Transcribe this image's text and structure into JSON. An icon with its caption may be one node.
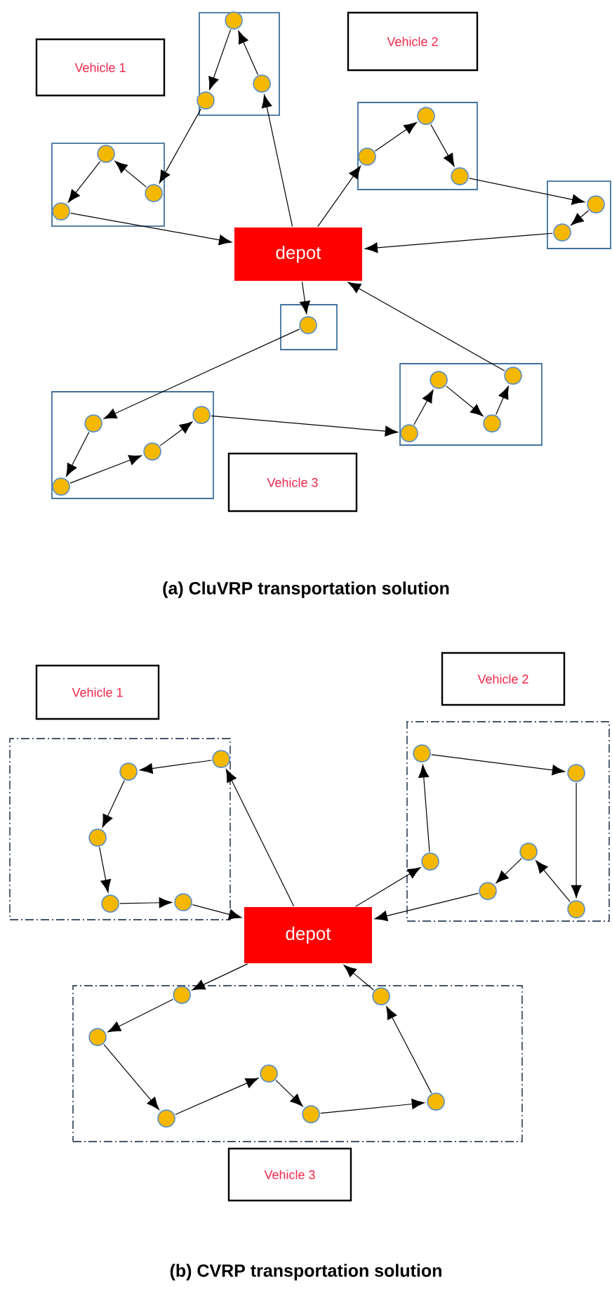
{
  "diagram": {
    "nodes": [
      {
        "text": [
          "Vehicle 1"
        ]
      },
      {
        "text": [],
        "shape": "box"
      },
      {
        "text": [],
        "shape": "circle",
        "in": 1
      },
      {
        "text": [],
        "shape": "circle",
        "in": 1
      },
      {
        "text": [],
        "shape": "circle",
        "in": 1
      },
      {
        "text": [
          "Vehicle 2"
        ]
      },
      {
        "text": [],
        "shape": "box"
      },
      {
        "text": [],
        "shape": "circle",
        "in": 6
      },
      {
        "text": [],
        "shape": "circle",
        "in": 6
      },
      {
        "text": [],
        "shape": "circle",
        "in": 6
      },
      {
        "text": [],
        "shape": "box"
      },
      {
        "text": [],
        "shape": "circle",
        "in": 10
      },
      {
        "text": [],
        "shape": "circle",
        "in": 10
      },
      {
        "text": [],
        "shape": "circle",
        "in": 10
      },
      {
        "text": [],
        "shape": "box"
      },
      {
        "text": [],
        "shape": "circle",
        "in": 14
      },
      {
        "text": [],
        "shape": "circle",
        "in": 14
      },
      {
        "text": [
          "depot"
        ]
      },
      {
        "text": [],
        "shape": "box"
      },
      {
        "text": [],
        "shape": "circle",
        "in": 18
      },
      {
        "text": [],
        "shape": "box"
      },
      {
        "text": [],
        "shape": "circle",
        "in": 20
      },
      {
        "text": [],
        "shape": "circle",
        "in": 20
      },
      {
        "text": [],
        "shape": "circle",
        "in": 20
      },
      {
        "text": [],
        "shape": "circle",
        "in": 20
      },
      {
        "text": [],
        "shape": "box"
      },
      {
        "text": [],
        "shape": "circle",
        "in": 25
      },
      {
        "text": [],
        "shape": "circle",
        "in": 25
      },
      {
        "text": [],
        "shape": "circle",
        "in": 25
      },
      {
        "text": [],
        "shape": "circle",
        "in": 25
      },
      {
        "text": [
          "Vehicle 3"
        ]
      },
      {
        "text": [
          "Vehicle 1"
        ]
      },
      {
        "text": [
          "Vehicle 2"
        ]
      },
      {
        "text": [],
        "shape": "box"
      },
      {
        "text": [],
        "shape": "circle",
        "in": 33
      },
      {
        "text": [],
        "shape": "circle",
        "in": 33
      },
      {
        "text": [],
        "shape": "circle",
        "in": 33
      },
      {
        "text": [],
        "shape": "circle",
        "in": 33
      },
      {
        "text": [],
        "shape": "circle",
        "in": 33
      },
      {
        "text": [],
        "shape": "box"
      },
      {
        "text": [],
        "shape": "circle",
        "in": 39
      },
      {
        "text": [],
        "shape": "circle",
        "in": 39
      },
      {
        "text": [],
        "shape": "circle",
        "in": 39
      },
      {
        "text": [],
        "shape": "circle",
        "in": 39
      },
      {
        "text": [],
        "shape": "circle",
        "in": 39
      },
      {
        "text": [],
        "shape": "circle",
        "in": 39
      },
      {
        "text": [
          "depot"
        ]
      },
      {
        "text": [],
        "shape": "box"
      },
      {
        "text": [],
        "shape": "circle",
        "in": 47
      },
      {
        "text": [],
        "shape": "circle",
        "in": 47
      },
      {
        "text": [],
        "shape": "circle",
        "in": 47
      },
      {
        "text": [],
        "shape": "circle",
        "in": 47
      },
      {
        "text": [],
        "shape": "circle",
        "in": 47
      },
      {
        "text": [],
        "shape": "circle",
        "in": 47
      },
      {
        "text": [],
        "shape": "circle",
        "in": 47
      },
      {
        "text": [
          "Vehicle 3"
        ]
      }
    ],
    "edges": [
      {
        "from": 17,
        "to": 4,
        "arrow": "to"
      },
      {
        "from": 4,
        "to": 2,
        "arrow": "to"
      },
      {
        "from": 2,
        "to": 3,
        "arrow": "to"
      },
      {
        "from": 3,
        "to": 9,
        "arrow": "to"
      },
      {
        "from": 9,
        "to": 7,
        "arrow": "to"
      },
      {
        "from": 7,
        "to": 8,
        "arrow": "to"
      },
      {
        "from": 8,
        "to": 17,
        "arrow": "to"
      },
      {
        "from": 17,
        "to": 11,
        "arrow": "to"
      },
      {
        "from": 11,
        "to": 12,
        "arrow": "to"
      },
      {
        "from": 12,
        "to": 13,
        "arrow": "to"
      },
      {
        "from": 13,
        "to": 15,
        "arrow": "to"
      },
      {
        "from": 15,
        "to": 16,
        "arrow": "to"
      },
      {
        "from": 16,
        "to": 17,
        "arrow": "to"
      },
      {
        "from": 17,
        "to": 19,
        "arrow": "to"
      },
      {
        "from": 19,
        "to": 21,
        "arrow": "to"
      },
      {
        "from": 21,
        "to": 22,
        "arrow": "to"
      },
      {
        "from": 22,
        "to": 23,
        "arrow": "to"
      },
      {
        "from": 23,
        "to": 24,
        "arrow": "to"
      },
      {
        "from": 24,
        "to": 26,
        "arrow": "to"
      },
      {
        "from": 26,
        "to": 27,
        "arrow": "to"
      },
      {
        "from": 27,
        "to": 28,
        "arrow": "to"
      },
      {
        "from": 28,
        "to": 29,
        "arrow": "to"
      },
      {
        "from": 29,
        "to": 17,
        "arrow": "to"
      },
      {
        "from": 46,
        "to": 34,
        "arrow": "to"
      },
      {
        "from": 34,
        "to": 35,
        "arrow": "to"
      },
      {
        "from": 35,
        "to": 36,
        "arrow": "to"
      },
      {
        "from": 36,
        "to": 37,
        "arrow": "to"
      },
      {
        "from": 37,
        "to": 38,
        "arrow": "to"
      },
      {
        "from": 38,
        "to": 46,
        "arrow": "to"
      },
      {
        "from": 46,
        "to": 42,
        "arrow": "to"
      },
      {
        "from": 42,
        "to": 40,
        "arrow": "to"
      },
      {
        "from": 40,
        "to": 41,
        "arrow": "to"
      },
      {
        "from": 41,
        "to": 45,
        "arrow": "to"
      },
      {
        "from": 45,
        "to": 43,
        "arrow": "to"
      },
      {
        "from": 43,
        "to": 44,
        "arrow": "to"
      },
      {
        "from": 44,
        "to": 46,
        "arrow": "to"
      },
      {
        "from": 46,
        "to": 48,
        "arrow": "to"
      },
      {
        "from": 48,
        "to": 50,
        "arrow": "to"
      },
      {
        "from": 50,
        "to": 54,
        "arrow": "to"
      },
      {
        "from": 54,
        "to": 51,
        "arrow": "to"
      },
      {
        "from": 51,
        "to": 53,
        "arrow": "to"
      },
      {
        "from": 53,
        "to": 52,
        "arrow": "to"
      },
      {
        "from": 52,
        "to": 49,
        "arrow": "to"
      },
      {
        "from": 49,
        "to": 46,
        "arrow": "to"
      }
    ],
    "labels": [
      "(a) CluVRP transportation solution",
      "(b) CVRP transportation solution"
    ]
  }
}
